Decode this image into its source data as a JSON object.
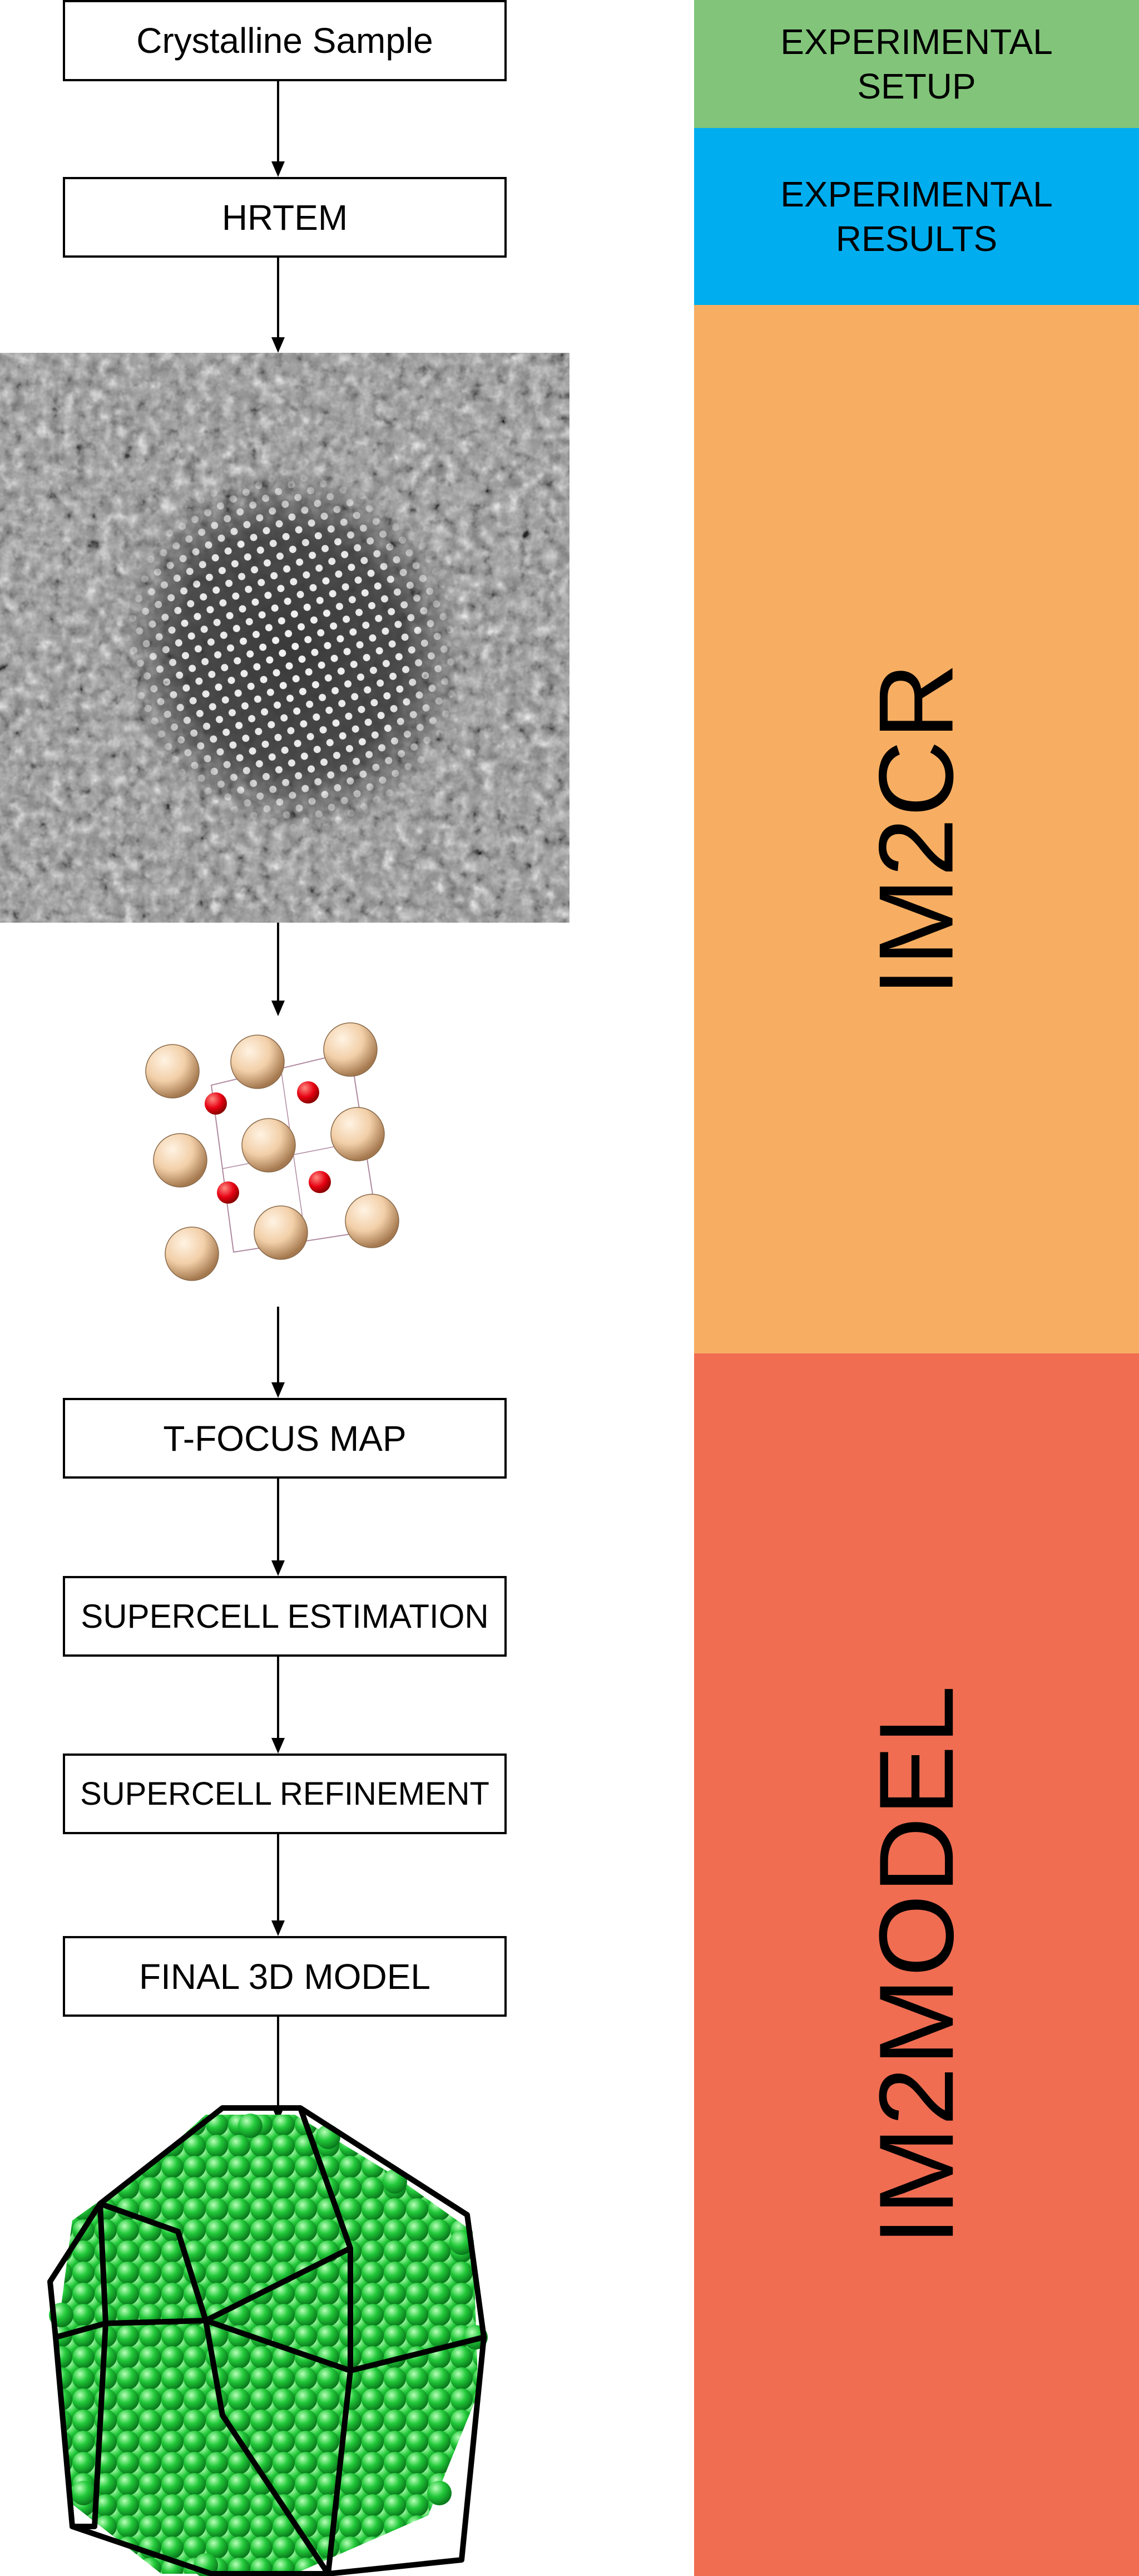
{
  "flowchart": {
    "steps": {
      "crystalline_sample": "Crystalline Sample",
      "hrtem": "HRTEM",
      "t_focus_map": "T-FOCUS MAP",
      "supercell_estimation": "SUPERCELL ESTIMATION",
      "supercell_refinement": "SUPERCELL REFINEMENT",
      "final_3d_model": "FINAL 3D MODEL"
    }
  },
  "stages": {
    "experimental_setup": {
      "label": "EXPERIMENTAL\nSETUP",
      "color": "#82c57a"
    },
    "experimental_results": {
      "label": "EXPERIMENTAL\nRESULTS",
      "color": "#00aeef"
    },
    "im2cr": {
      "label": "IM2CR",
      "color": "#f7ae62"
    },
    "im2model": {
      "label": "IM2MODEL",
      "color": "#f06d52"
    }
  },
  "visuals": {
    "hrtem_image": "grayscale-lattice-micrograph",
    "unit_cell": "crystal-unit-cell-icon",
    "nanoparticle": "green-atom-nanoparticle-model"
  }
}
